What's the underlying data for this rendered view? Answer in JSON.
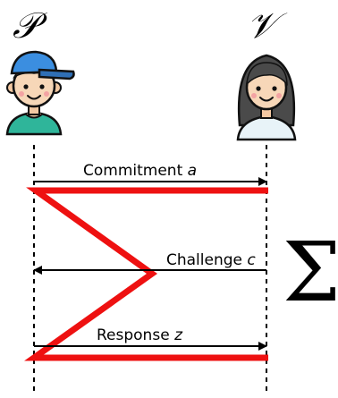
{
  "prover": {
    "symbol": "𝒫",
    "avatar_icon": "boy-cap-avatar-icon"
  },
  "verifier": {
    "symbol": "𝒱",
    "avatar_icon": "girl-avatar-icon"
  },
  "messages": [
    {
      "text": "Commitment",
      "var": "a",
      "direction": "prover-to-verifier"
    },
    {
      "text": "Challenge",
      "var": "c",
      "direction": "verifier-to-prover"
    },
    {
      "text": "Response",
      "var": "z",
      "direction": "prover-to-verifier"
    }
  ],
  "sigma_symbol": "Σ",
  "colors": {
    "sigma_path": "#ee1111",
    "cap": "#3b8ee0",
    "shirt_boy": "#2fb59a",
    "shirt_girl": "#e8f3f8",
    "hair_girl": "#4a4a4a"
  }
}
